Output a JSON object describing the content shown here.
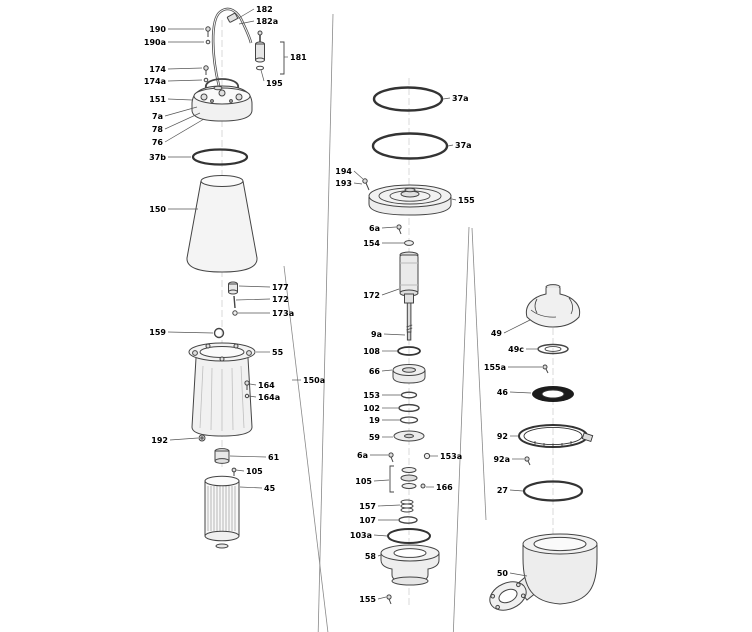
{
  "diagram": {
    "type": "exploded-parts-diagram",
    "colors": {
      "seal_ring": "#1c1c1c",
      "ink": "#333333",
      "leader": "#555555"
    },
    "labels": [
      "182",
      "182a",
      "190",
      "190a",
      "174",
      "174a",
      "151",
      "181",
      "195",
      "7a",
      "78",
      "76",
      "37b",
      "150",
      "177",
      "172",
      "173a",
      "159",
      "55",
      "164",
      "164a",
      "150a",
      "192",
      "61",
      "105",
      "45",
      "37a",
      "37a",
      "194",
      "193",
      "155",
      "6a",
      "154",
      "172",
      "9a",
      "108",
      "66",
      "153",
      "102",
      "19",
      "59",
      "6a",
      "153a",
      "105",
      "166",
      "157",
      "107",
      "103a",
      "58",
      "155",
      "49",
      "49c",
      "155a",
      "46",
      "92",
      "92a",
      "27",
      "50"
    ]
  }
}
